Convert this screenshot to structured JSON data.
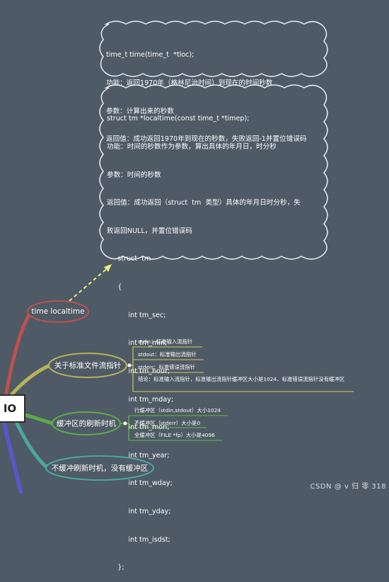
{
  "clouds": {
    "time": {
      "lines": [
        "time_t time(time_t  *tloc);",
        "功能：返回1970年（格林尼治时间）到现在的时间秒数",
        "参数：计算出来的秒数",
        "返回值：成功返回1970年到现在的秒数，失败返回-1并置位错误码"
      ]
    },
    "localtime": {
      "lines": [
        "struct tm *localtime(const time_t *timep);",
        "功能：时间的秒数作为参数，算出具体的年月日，时分秒",
        "参数：时间的秒数",
        "返回值：成功返回（struct  tm  类型）具体的年月日时分秒，失",
        "败返回NULL，并置位错误码",
        "     struct  tm",
        "     {",
        "          int tm_sec;",
        "          int tm_min;",
        "          int tm_hour;",
        "          int tm_mday;",
        "          int tm_mon;",
        "          int tm_year;",
        "          int tm_wday;",
        "          int tm_yday;",
        "          int tm_isdst;",
        "     };"
      ]
    }
  },
  "root": {
    "label": "IO"
  },
  "branches": [
    {
      "label": "time   localtime",
      "color": "#c0504d"
    },
    {
      "label": "关于标准文件流指针",
      "color": "#b8b35a",
      "children": [
        "stdin：标准输入流指针",
        "stdout：标准输出流指针",
        "stderr：标准错误流指针",
        "错论：标准输入流指针，标准输出流指针缓冲区大小是1024，标准错误流指针没有缓冲区"
      ]
    },
    {
      "label": "缓冲区的刷新时机",
      "color": "#5dab4b",
      "children": [
        "行缓冲区（stdin,stdout）大小1024",
        "不缓冲区（stderr）大小是0",
        "全缓冲区（FILE *fp）大小是4096"
      ]
    },
    {
      "label": "不缓冲刷新时机，没有缓冲区",
      "color": "#4aa8a0"
    }
  ],
  "colors": {
    "background": "#4e5a65",
    "cloud_stroke": "#e8ecef",
    "arrow": "#f0ee7a",
    "branch_purple": "#5a56c8"
  },
  "watermark": "CSDN @    v   归 零  318"
}
